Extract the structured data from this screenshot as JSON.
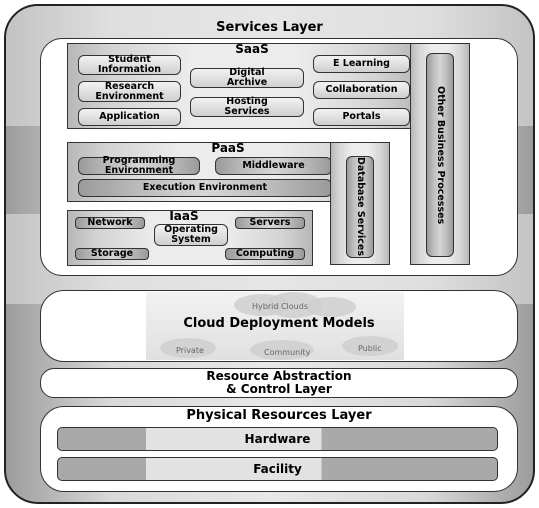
{
  "services": {
    "title": "Services Layer",
    "saas": {
      "title": "SaaS",
      "items": {
        "student_information": "Student\nInformation",
        "research_environment": "Research\nEnvironment",
        "application": "Application",
        "digital_archive": "Digital\nArchive",
        "hosting_services": "Hosting\nServices",
        "e_learning": "E Learning",
        "collaboration": "Collaboration",
        "portals": "Portals"
      }
    },
    "other_business_processes": "Other Business Processes",
    "paas": {
      "title": "PaaS",
      "items": {
        "programming_environment": "Programming\nEnvironment",
        "middleware": "Middleware",
        "execution_environment": "Execution Environment"
      }
    },
    "database_services": "Database Services",
    "iaas": {
      "title": "IaaS",
      "items": {
        "network": "Network",
        "operating_system": "Operating\nSystem",
        "servers": "Servers",
        "storage": "Storage",
        "computing": "Computing"
      }
    }
  },
  "deployment": {
    "title": "Cloud Deployment Models",
    "clouds": {
      "hybrid": "Hybrid Clouds",
      "private": "Private",
      "community": "Community",
      "public": "Public"
    }
  },
  "abstraction": {
    "line1": "Resource Abstraction",
    "line2": "& Control Layer"
  },
  "physical": {
    "title": "Physical Resources Layer",
    "hardware": "Hardware",
    "facility": "Facility"
  }
}
